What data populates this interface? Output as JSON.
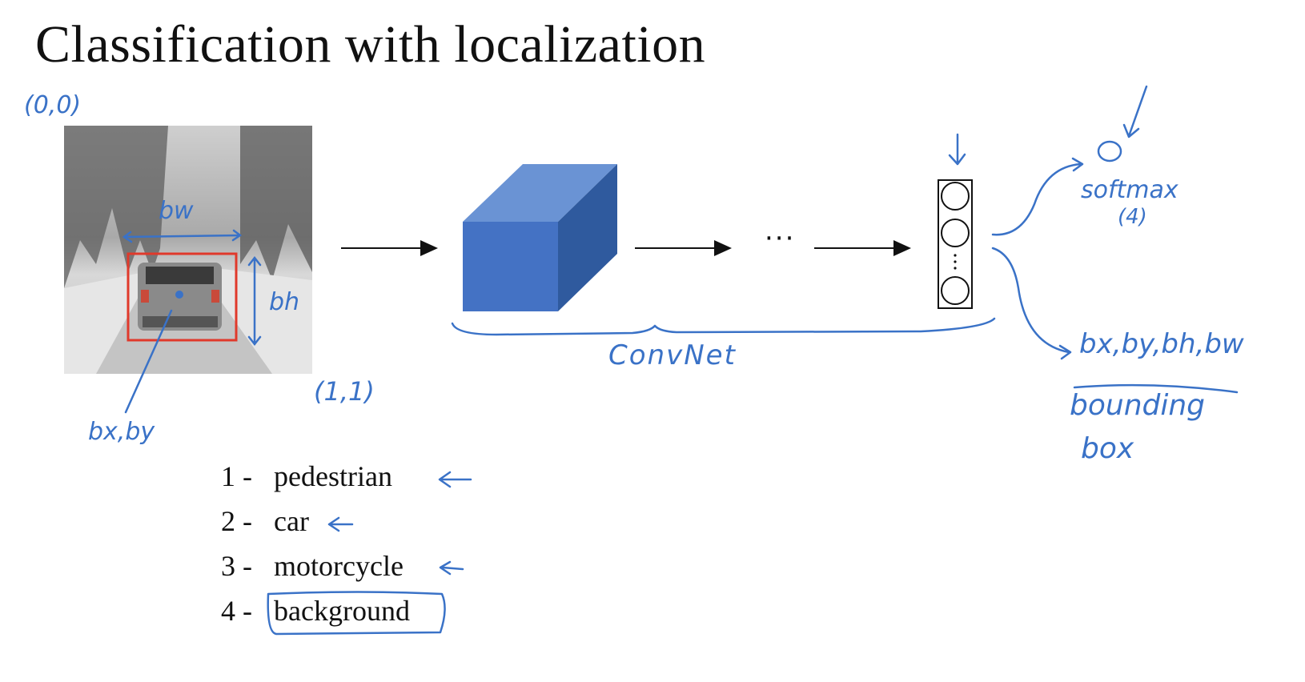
{
  "title": "Classification with localization",
  "annotations": {
    "origin": "(0,0)",
    "corner": "(1,1)",
    "bw": "bw",
    "bh": "bh",
    "center": "bx,by",
    "convnet": "ConvNet",
    "softmax": "softmax",
    "softmax_count": "(4)",
    "bbox_params": "bx,by,bh,bw",
    "bbox_label_line1": "bounding",
    "bbox_label_line2": "box"
  },
  "ellipsis": "···",
  "classes": [
    {
      "number": "1 -",
      "label": "pedestrian"
    },
    {
      "number": "2 -",
      "label": "car"
    },
    {
      "number": "3 -",
      "label": "motorcycle"
    },
    {
      "number": "4 -",
      "label": "background"
    }
  ],
  "colors": {
    "ink": "#3a72c7",
    "cube_front": "#4472c4",
    "cube_top": "#6a93d4",
    "cube_side": "#2f5a9e",
    "bounding_box": "#e0392b"
  }
}
